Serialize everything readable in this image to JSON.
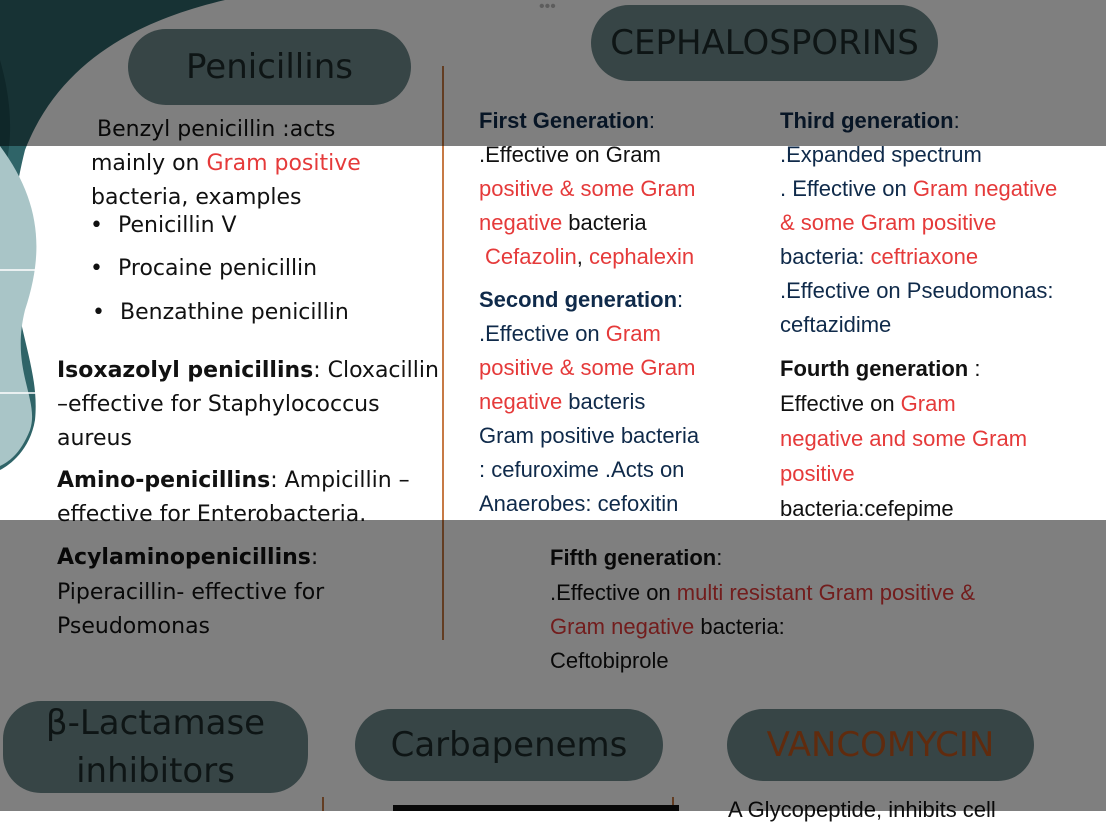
{
  "penicillins": {
    "title": "Penicillins",
    "benzyl_line1": "Benzyl penicillin :acts",
    "benzyl_line2a": "mainly on ",
    "benzyl_line2b": "Gram positive",
    "benzyl_line3": "bacteria, examples",
    "examples": [
      "Penicillin V",
      "Procaine penicillin",
      "Benzathine penicillin"
    ],
    "isoxazolyl_bold": "Isoxazolyl penicillins",
    "isoxazolyl_rest": ": Cloxacillin",
    "isoxazolyl_line2": "–effective for Staphylococcus",
    "isoxazolyl_line3": "aureus",
    "amino_bold": "Amino-penicillins",
    "amino_rest": ": Ampicillin –",
    "amino_line2": "effective for Enterobacteria.",
    "acyl_bold": "Acylaminopenicillins",
    "acyl_rest": ":",
    "acyl_line2": "Piperacillin- effective for",
    "acyl_line3": "Pseudomonas"
  },
  "cephalosporins": {
    "title": "CEPHALOSPORINS",
    "first": {
      "heading": "First Generation",
      "colon": ":",
      "l1": ".Effective on Gram",
      "l2": "positive & some Gram",
      "l3a": "negative",
      "l3b": " bacteria",
      "l4a": "Cefazolin",
      "l4b": ", ",
      "l4c": "cephalexin"
    },
    "second": {
      "heading": "Second generation",
      "colon": ":",
      "l1a": ".Effective on ",
      "l1b": "Gram",
      "l2": "positive & some Gram",
      "l3a": "negative",
      "l3b": " bacteris",
      "l4": "Gram positive bacteria",
      "l5": ": cefuroxime .Acts on",
      "l6": "Anaerobes: cefoxitin"
    },
    "third": {
      "heading": "Third generation",
      "colon": ":",
      "l1": ".Expanded spectrum",
      "l2a": ". Effective on ",
      "l2b": "Gram negative",
      "l3": "& some Gram positive",
      "l4a": "bacteria: ",
      "l4b": "ceftriaxone",
      "l5": ".Effective on Pseudomonas:",
      "l6": "ceftazidime"
    },
    "fourth": {
      "heading": "Fourth generation",
      "colon": " :",
      "l1a": "Effective on ",
      "l1b": "Gram",
      "l2": "negative and some Gram",
      "l3": "positive",
      "l4": "bacteria:cefepime"
    },
    "fifth": {
      "heading": "Fifth generation",
      "colon": ":",
      "l1a": ".Effective on ",
      "l1b": "multi resistant Gram positive &",
      "l2a": "Gram negative",
      "l2b": " bacteria:",
      "l3": "Ceftobiprole"
    }
  },
  "bottom": {
    "beta_line1": "β-Lactamase",
    "beta_line2": "inhibitors",
    "carbapenems": "Carbapenems",
    "vancomycin": "VANCOMYCIN",
    "vanc_text": "A Glycopeptide, inhibits cell"
  },
  "colors": {
    "pill": "#6e8a8c",
    "red": "#e53a3a",
    "navy": "#0f2a4a",
    "divider": "#c77a45",
    "vancomycin": "#c0561c"
  }
}
